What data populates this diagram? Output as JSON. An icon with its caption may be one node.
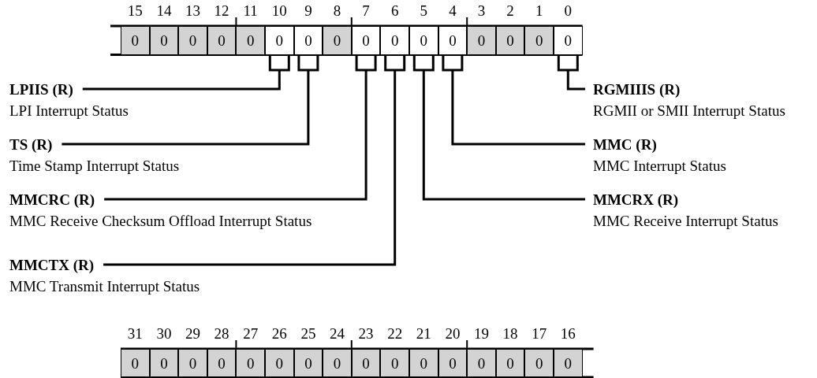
{
  "diagram": {
    "nodes": [
      {
        "text": [
          "0"
        ],
        "beside": [
          "15"
        ]
      },
      {
        "text": [
          "0"
        ],
        "beside": [
          "14"
        ]
      },
      {
        "text": [
          "0"
        ],
        "beside": [
          "13"
        ]
      },
      {
        "text": [
          "0"
        ],
        "beside": [
          "12"
        ]
      },
      {
        "text": [
          "0"
        ],
        "beside": [
          "11"
        ]
      },
      {
        "text": [
          "0"
        ],
        "beside": [
          "10"
        ]
      },
      {
        "text": [
          "0"
        ],
        "beside": [
          "9"
        ]
      },
      {
        "text": [
          "0"
        ],
        "beside": [
          "8"
        ]
      },
      {
        "text": [
          "0"
        ],
        "beside": [
          "7"
        ]
      },
      {
        "text": [
          "0"
        ],
        "beside": [
          "6"
        ]
      },
      {
        "text": [
          "0"
        ],
        "beside": [
          "5"
        ]
      },
      {
        "text": [
          "0"
        ],
        "beside": [
          "4"
        ]
      },
      {
        "text": [
          "0"
        ],
        "beside": [
          "3"
        ]
      },
      {
        "text": [
          "0"
        ],
        "beside": [
          "2"
        ]
      },
      {
        "text": [
          "0"
        ],
        "beside": [
          "1"
        ]
      },
      {
        "text": [
          "0"
        ],
        "beside": [
          "0"
        ]
      },
      {
        "text": [
          "LPIIS (R)",
          "LPI Interrupt Status"
        ]
      },
      {
        "text": [
          "RGMIIIS (R)",
          "RGMII or SMII Interrupt Status"
        ]
      },
      {
        "text": [
          "TS (R)",
          "Time Stamp Interrupt Status"
        ]
      },
      {
        "text": [
          "MMC (R)",
          "MMC Interrupt Status"
        ]
      },
      {
        "text": [
          "MMCRC (R)",
          "MMC Receive Checksum Offload Interrupt Status"
        ]
      },
      {
        "text": [
          "MMCRX (R)",
          "MMC Receive Interrupt Status"
        ]
      },
      {
        "text": [
          "MMCTX (R)",
          "MMC Transmit Interrupt Status"
        ]
      },
      {
        "text": [
          "0"
        ],
        "beside": [
          "31"
        ]
      },
      {
        "text": [
          "0"
        ],
        "beside": [
          "30"
        ]
      },
      {
        "text": [
          "0"
        ],
        "beside": [
          "29"
        ]
      },
      {
        "text": [
          "0"
        ],
        "beside": [
          "28"
        ]
      },
      {
        "text": [
          "0"
        ],
        "beside": [
          "27"
        ]
      },
      {
        "text": [
          "0"
        ],
        "beside": [
          "26"
        ]
      },
      {
        "text": [
          "0"
        ],
        "beside": [
          "25"
        ]
      },
      {
        "text": [
          "0"
        ],
        "beside": [
          "24"
        ]
      },
      {
        "text": [
          "0"
        ],
        "beside": [
          "23"
        ]
      },
      {
        "text": [
          "0"
        ],
        "beside": [
          "22"
        ]
      },
      {
        "text": [
          "0"
        ],
        "beside": [
          "21"
        ]
      },
      {
        "text": [
          "0"
        ],
        "beside": [
          "20"
        ]
      },
      {
        "text": [
          "0"
        ],
        "beside": [
          "19"
        ]
      },
      {
        "text": [
          "0"
        ],
        "beside": [
          "18"
        ]
      },
      {
        "text": [
          "0"
        ],
        "beside": [
          "17"
        ]
      },
      {
        "text": [
          "0"
        ],
        "beside": [
          "16"
        ]
      }
    ],
    "edges": [
      {
        "from": 16,
        "to": 5,
        "arrow": "none"
      },
      {
        "from": 17,
        "to": 15,
        "arrow": "none"
      },
      {
        "from": 18,
        "to": 6,
        "arrow": "none"
      },
      {
        "from": 19,
        "to": 11,
        "arrow": "none"
      },
      {
        "from": 20,
        "to": 8,
        "arrow": "none"
      },
      {
        "from": 21,
        "to": 10,
        "arrow": "none"
      },
      {
        "from": 22,
        "to": 9,
        "arrow": "none"
      }
    ]
  }
}
